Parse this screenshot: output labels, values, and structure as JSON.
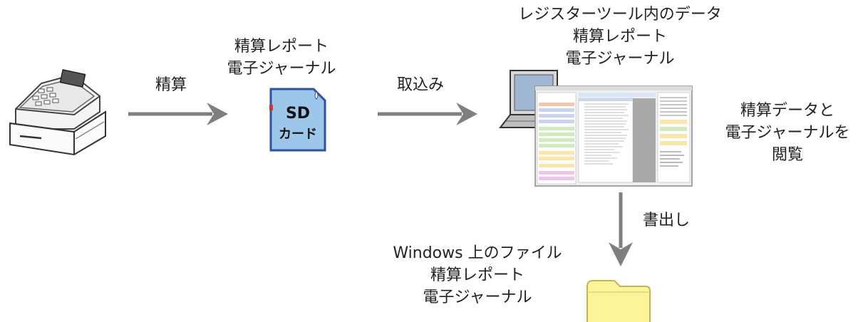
{
  "colors": {
    "arrow": "#7f7f7f",
    "sd_card_fill": "#9cc6ea",
    "sd_card_border": "#2d53a8",
    "folder_fill": "#fdf49a",
    "folder_border": "#c2b64d"
  },
  "register": {
    "icon": "cash-register-icon"
  },
  "step1": {
    "arrow_label": "精算"
  },
  "sd_card": {
    "caption_line1": "精算レポート",
    "caption_line2": "電子ジャーナル",
    "icon": "sd-card-icon",
    "text_line1": "SD",
    "text_line2": "カード"
  },
  "step2": {
    "arrow_label": "取込み"
  },
  "register_tool": {
    "caption_line1": "レジスターツール内のデータ",
    "caption_line2": "精算レポート",
    "caption_line3": "電子ジャーナル",
    "laptop_icon": "laptop-icon",
    "screenshot_icon": "app-window-icon"
  },
  "view": {
    "line1": "精算データと",
    "line2": "電子ジャーナルを",
    "line3": "閲覧"
  },
  "step3": {
    "arrow_label": "書出し"
  },
  "windows_files": {
    "caption_line1": "Windows 上のファイル",
    "caption_line2": "精算レポート",
    "caption_line3": "電子ジャーナル",
    "icon": "folder-icon"
  }
}
